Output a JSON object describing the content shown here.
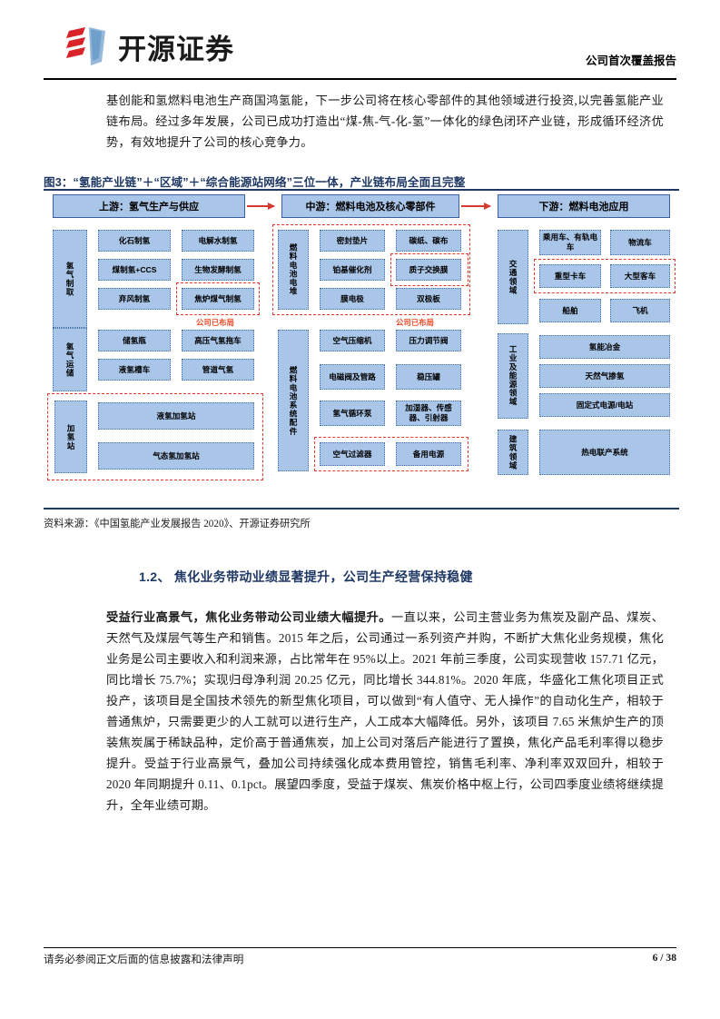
{
  "header": {
    "brand": "开源证券",
    "report_type": "公司首次覆盖报告",
    "logo_icon": "kaiyuan-ribbon-logo-icon"
  },
  "top_paragraph": "基创能和氢燃料电池生产商国鸿氢能，下一步公司将在核心零部件的其他领域进行投资,以完善氢能产业链布局。经过多年发展，公司已成功打造出“煤-焦-气-化-氢”一体化的绿色闭环产业链，形成循环经济优势，有效地提升了公司的核心竞争力。",
  "figure": {
    "label": "图3：",
    "title": "“氢能产业链”＋“区域”＋“综合能源站网络”三位一体，产业链布局全面且完整",
    "source": "资料来源：《中国氢能产业发展报告 2020》、开源证券研究所",
    "banners": [
      {
        "text": "上游：氢气生产与供应"
      },
      {
        "text": "中游：燃料电池及核心零部件"
      },
      {
        "text": "下游：燃料电池应用"
      }
    ],
    "annotation_label": "公司已布局",
    "groups": {
      "upstream": [
        {
          "label": "氢气制取",
          "items": [
            "化石制氢",
            "电解水制氢",
            "煤制氢+CCS",
            "生物发酵制氢",
            "弃风制氢",
            "焦炉煤气制氢"
          ]
        },
        {
          "label": "氢气运储",
          "items": [
            "储氢瓶",
            "高压气氢拖车",
            "液氢槽车",
            "管道气氢"
          ]
        },
        {
          "label": "加氢站",
          "items": [
            "液氢加氢站",
            "气态氢加氢站"
          ]
        }
      ],
      "midstream": [
        {
          "label": "燃料电池电堆",
          "items": [
            "密封垫片",
            "碳纸、碳布",
            "铂基催化剂",
            "质子交换膜",
            "膜电极",
            "双极板"
          ]
        },
        {
          "label": "燃料电池系统配件",
          "items": [
            "空气压缩机",
            "压力调节阀",
            "电磁阀及管路",
            "稳压罐",
            "氢气循环泵",
            "加湿器、传感器、引射器",
            "空气过滤器",
            "备用电源"
          ]
        }
      ],
      "downstream": [
        {
          "label": "交通领域",
          "items": [
            "乘用车、有轨电车",
            "物流车",
            "重型卡车",
            "大型客车",
            "船舶",
            "飞机"
          ]
        },
        {
          "label": "工业及能源领域",
          "items": [
            "氢能冶金",
            "天然气掺氢",
            "固定式电源/电站"
          ]
        },
        {
          "label": "建筑领域",
          "items": [
            "热电联产系统"
          ]
        }
      ]
    },
    "colors": {
      "box_fill": "#a9c5e8",
      "box_border": "#4472a8",
      "highlight_dashed": "#e8382c",
      "arrow": "#d63a2f",
      "title": "#1f3864"
    }
  },
  "section": {
    "number": "1.2、",
    "heading": "焦化业务带动业绩显著提升，公司生产经营保持稳健",
    "lead": "受益行业高景气，焦化业务带动公司业绩大幅提升。",
    "body": "一直以来，公司主营业务为焦炭及副产品、煤炭、天然气及煤层气等生产和销售。2015 年之后，公司通过一系列资产并购，不断扩大焦化业务规模，焦化业务是公司主要收入和利润来源，占比常年在 95%以上。2021 年前三季度，公司实现营收 157.71 亿元，同比增长 75.7%；实现归母净利润 20.25 亿元，同比增长 344.81%。2020 年底，华盛化工焦化项目正式投产，该项目是全国技术领先的新型焦化项目，可以做到“有人值守、无人操作”的自动化生产，相较于普通焦炉，只需要更少的人工就可以进行生产，人工成本大幅降低。另外，该项目 7.65 米焦炉生产的顶装焦炭属于稀缺品种，定价高于普通焦炭，加上公司对落后产能进行了置换，焦化产品毛利率得以稳步提升。受益于行业高景气，叠加公司持续强化成本费用管控，销售毛利率、净利率双双回升，相较于 2020 年同期提升 0.11、0.1pct。展望四季度，受益于煤炭、焦炭价格中枢上行，公司四季度业绩将继续提升，全年业绩可期。"
  },
  "footer": {
    "disclaimer": "请务必参阅正文后面的信息披露和法律声明",
    "page": "6 / 38"
  }
}
